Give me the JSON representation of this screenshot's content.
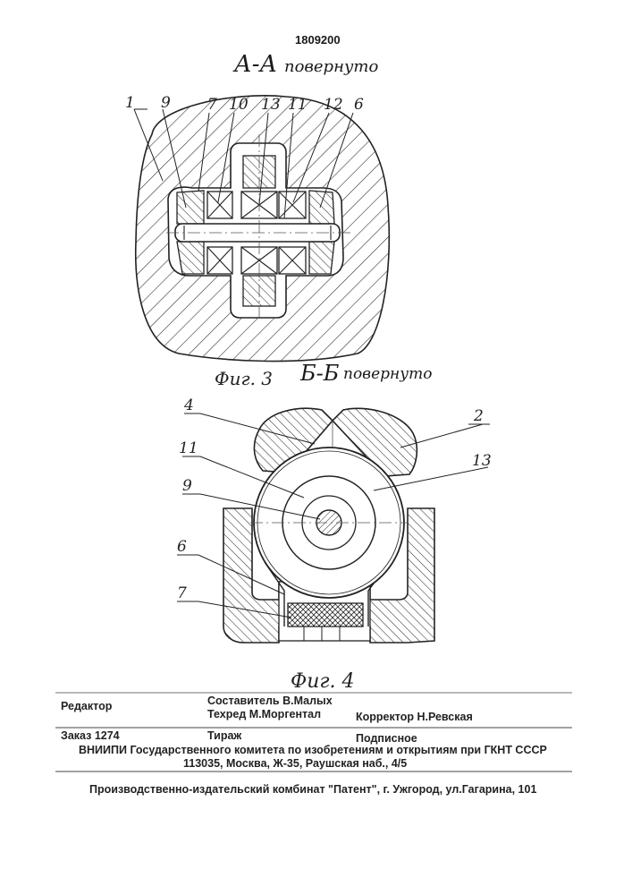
{
  "patent_number": "1809200",
  "fig3": {
    "section_title": "А-А",
    "section_note": "повернуто",
    "caption": "Фиг. 3",
    "labels": [
      "1",
      "9",
      "7",
      "10",
      "13",
      "11",
      "12",
      "6"
    ]
  },
  "fig4": {
    "section_title": "Б-Б",
    "section_note": "повернуто",
    "caption": "Фиг. 4",
    "labels": [
      "4",
      "2",
      "11",
      "13",
      "9",
      "6",
      "7"
    ]
  },
  "imprint": {
    "editor_label": "Редактор",
    "compiler": "Составитель В.Малых",
    "techred": "Техред М.Моргентал",
    "corrector": "Корректор  Н.Ревская",
    "order": "Заказ  1274",
    "circulation": "Тираж",
    "subscription": "Подписное",
    "institution": "ВНИИПИ Государственного комитета по изобретениям и открытиям при ГКНТ СССР",
    "address": "113035, Москва, Ж-35, Раушская наб., 4/5",
    "publisher": "Производственно-издательский комбинат \"Патент\", г. Ужгород, ул.Гагарина, 101"
  }
}
